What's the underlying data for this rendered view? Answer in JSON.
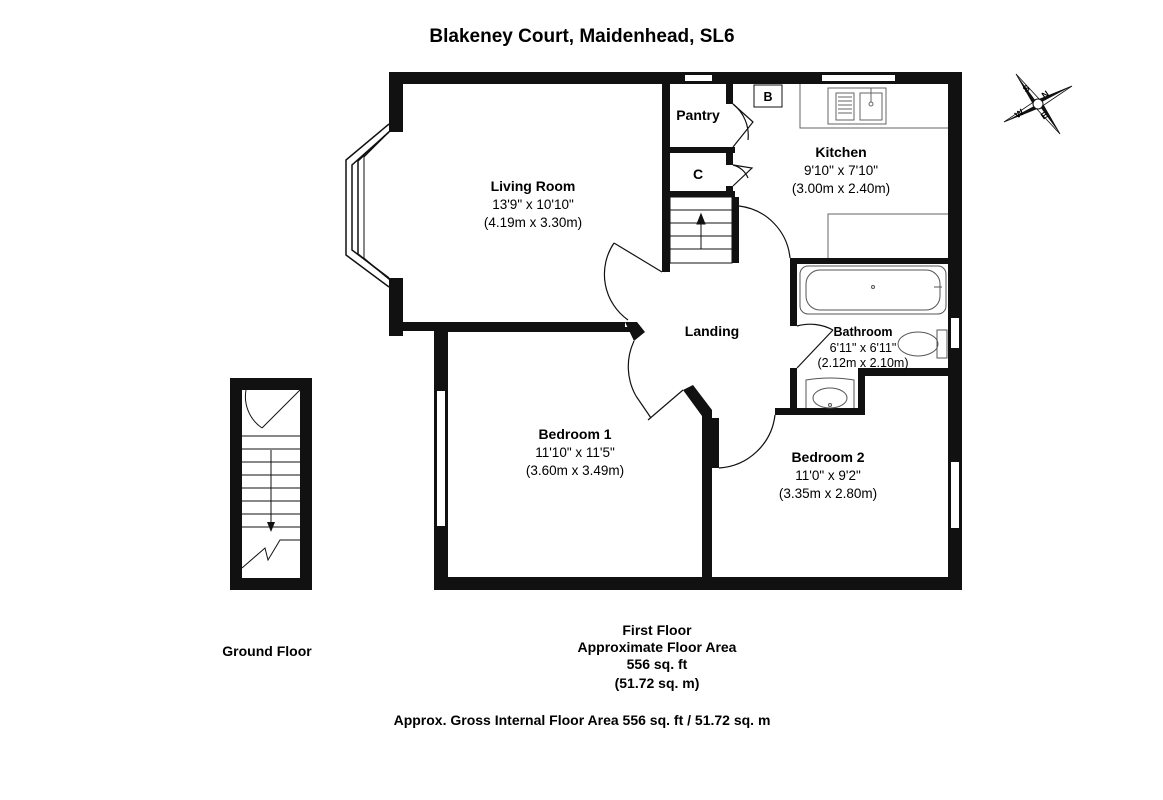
{
  "title": "Blakeney Court, Maidenhead, SL6",
  "rooms": {
    "living": {
      "name": "Living Room",
      "dim_imperial": "13'9\" x 10'10\"",
      "dim_metric": "(4.19m x 3.30m)"
    },
    "kitchen": {
      "name": "Kitchen",
      "dim_imperial": "9'10\" x 7'10\"",
      "dim_metric": "(3.00m x 2.40m)"
    },
    "pantry": {
      "name": "Pantry"
    },
    "cupboard": {
      "name": "C"
    },
    "boiler": {
      "name": "B"
    },
    "landing": {
      "name": "Landing"
    },
    "bathroom": {
      "name": "Bathroom",
      "dim_imperial": "6'11\" x 6'11\"",
      "dim_metric": "(2.12m x 2.10m)"
    },
    "bedroom1": {
      "name": "Bedroom 1",
      "dim_imperial": "11'10\" x 11'5\"",
      "dim_metric": "(3.60m x 3.49m)"
    },
    "bedroom2": {
      "name": "Bedroom 2",
      "dim_imperial": "11'0\" x 9'2\"",
      "dim_metric": "(3.35m x 2.80m)"
    }
  },
  "floors": {
    "ground": {
      "label": "Ground Floor"
    },
    "first": {
      "label": "First Floor",
      "area_label": "Approximate Floor Area",
      "area_imperial": "556 sq. ft",
      "area_metric": "(51.72 sq. m)"
    }
  },
  "gross_area": "Approx. Gross Internal Floor Area 556 sq. ft / 51.72 sq. m",
  "compass": {
    "letters": [
      "N",
      "E",
      "S",
      "W"
    ],
    "icon": "compass-rose-icon"
  },
  "colors": {
    "wall": "#111111",
    "fixture": "#555555",
    "background": "#ffffff"
  }
}
